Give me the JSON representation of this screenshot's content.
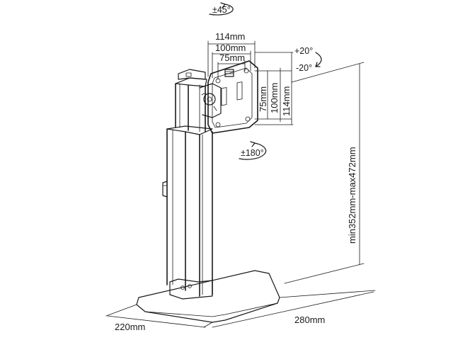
{
  "labels": {
    "swivel": "±45°",
    "rotation": "±180°",
    "tilt_up": "+20°",
    "tilt_down": "-20°",
    "vesa_114_h": "114mm",
    "vesa_100_h": "100mm",
    "vesa_75_h": "75mm",
    "vesa_75_v": "75mm",
    "vesa_100_v": "100mm",
    "vesa_114_v": "114mm",
    "height_range": "min352mm-max472mm",
    "base_depth": "220mm",
    "base_width": "280mm"
  },
  "colors": {
    "stroke": "#1a1a1a",
    "background": "#ffffff"
  }
}
